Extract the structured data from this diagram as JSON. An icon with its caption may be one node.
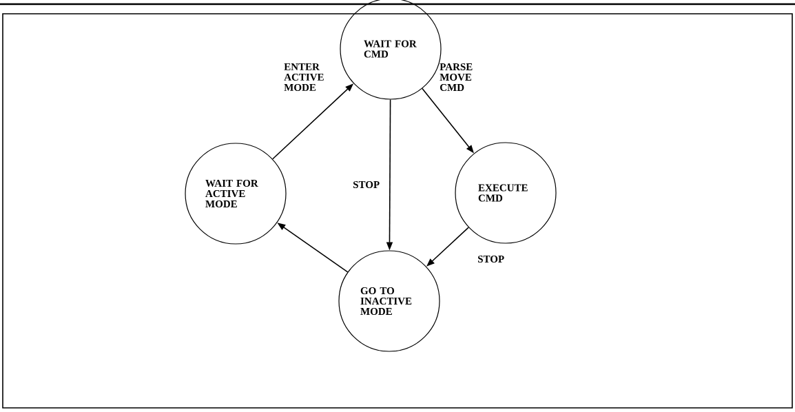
{
  "diagram": {
    "nodes": [
      {
        "text": [
          "WAIT FOR CMD"
        ]
      },
      {
        "text": [
          "WAIT FOR ACTIVE MODE"
        ]
      },
      {
        "text": [
          "EXECUTE CMD"
        ]
      },
      {
        "text": [
          "GO TO INACTIVE MODE"
        ]
      }
    ],
    "edges": [
      {
        "from": 1,
        "to": 0,
        "arrow": "to",
        "label": "ENTER ACTIVE MODE"
      },
      {
        "from": 0,
        "to": 2,
        "arrow": "to",
        "label": "PARSE MOVE CMD"
      },
      {
        "from": 0,
        "to": 3,
        "arrow": "to",
        "label": "STOP"
      },
      {
        "from": 2,
        "to": 3,
        "arrow": "to",
        "label": "STOP"
      },
      {
        "from": 3,
        "to": 1,
        "arrow": "to"
      }
    ]
  }
}
